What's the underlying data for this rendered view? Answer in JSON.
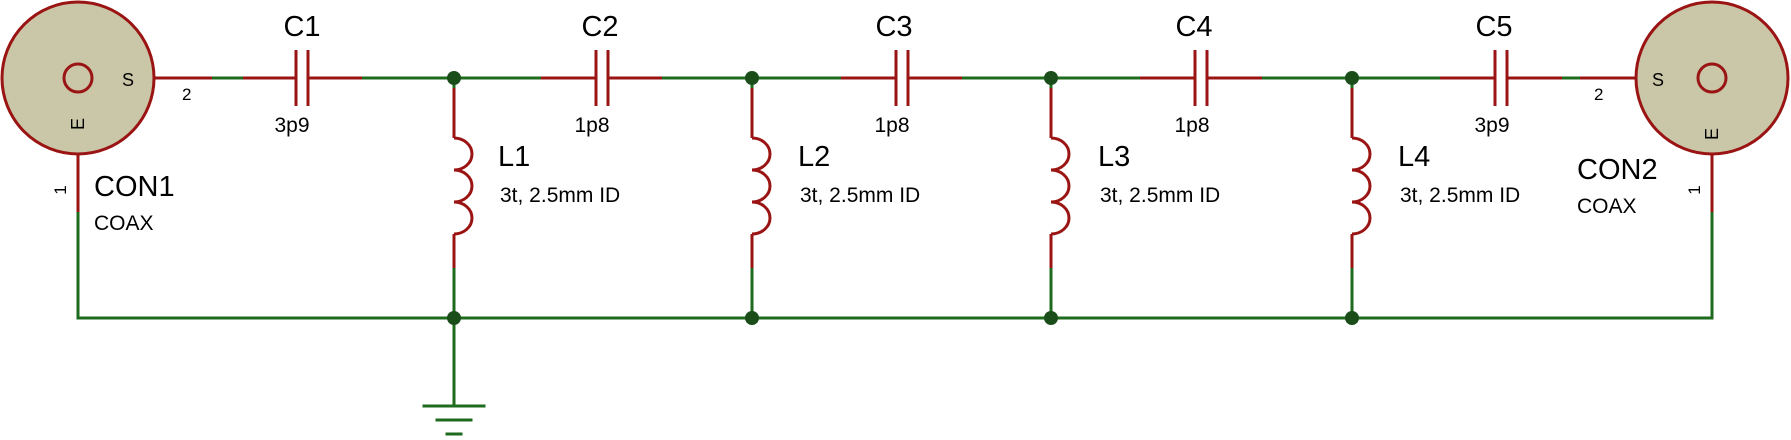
{
  "connectors": [
    {
      "ref": "CON1",
      "type": "COAX",
      "pin_signal": "S",
      "pin_earth": "E",
      "pin_num_signal": "2",
      "pin_num_ground": "1"
    },
    {
      "ref": "CON2",
      "type": "COAX",
      "pin_signal": "S",
      "pin_earth": "E",
      "pin_num_signal": "2",
      "pin_num_ground": "1"
    }
  ],
  "capacitors": [
    {
      "ref": "C1",
      "value": "3p9"
    },
    {
      "ref": "C2",
      "value": "1p8"
    },
    {
      "ref": "C3",
      "value": "1p8"
    },
    {
      "ref": "C4",
      "value": "1p8"
    },
    {
      "ref": "C5",
      "value": "3p9"
    }
  ],
  "inductors": [
    {
      "ref": "L1",
      "value": "3t, 2.5mm ID"
    },
    {
      "ref": "L2",
      "value": "3t, 2.5mm ID"
    },
    {
      "ref": "L3",
      "value": "3t, 2.5mm ID"
    },
    {
      "ref": "L4",
      "value": "3t, 2.5mm ID"
    }
  ],
  "colors": {
    "wire": "#1e6b1e",
    "component": "#9b1414",
    "junction": "#1b4d1b",
    "connector_fill": "#c9c7a7",
    "background": "#ffffff"
  }
}
